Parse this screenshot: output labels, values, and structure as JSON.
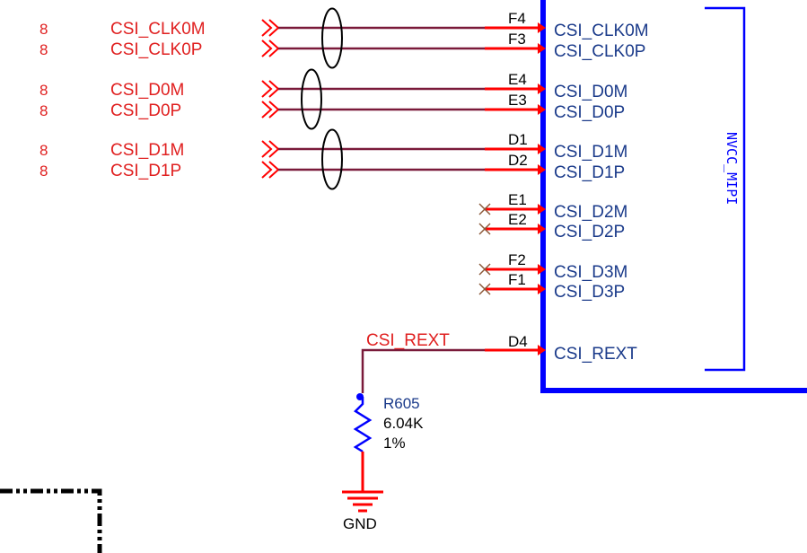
{
  "nets": [
    {
      "sheet": "8",
      "label": "CSI_CLK0M",
      "pin_num": "F4",
      "pin_name": "CSI_CLK0M"
    },
    {
      "sheet": "8",
      "label": "CSI_CLK0P",
      "pin_num": "F3",
      "pin_name": "CSI_CLK0P"
    },
    {
      "sheet": "8",
      "label": "CSI_D0M",
      "pin_num": "E4",
      "pin_name": "CSI_D0M"
    },
    {
      "sheet": "8",
      "label": "CSI_D0P",
      "pin_num": "E3",
      "pin_name": "CSI_D0P"
    },
    {
      "sheet": "8",
      "label": "CSI_D1M",
      "pin_num": "D1",
      "pin_name": "CSI_D1M"
    },
    {
      "sheet": "8",
      "label": "CSI_D1P",
      "pin_num": "D2",
      "pin_name": "CSI_D1P"
    }
  ],
  "nc_pins": [
    {
      "pin_num": "E1",
      "pin_name": "CSI_D2M"
    },
    {
      "pin_num": "E2",
      "pin_name": "CSI_D2P"
    },
    {
      "pin_num": "F2",
      "pin_name": "CSI_D3M"
    },
    {
      "pin_num": "F1",
      "pin_name": "CSI_D3P"
    }
  ],
  "rext": {
    "net_label": "CSI_REXT",
    "pin_num": "D4",
    "pin_name": "CSI_REXT"
  },
  "resistor": {
    "ref": "R605",
    "value": "6.04K",
    "tolerance": "1%"
  },
  "ground": {
    "label": "GND"
  },
  "power_domain": {
    "label": "NVCC_MIPI"
  },
  "colors": {
    "net_label": "#e02020",
    "pin_text": "#1a3a8a",
    "wire": "#7a1a3a",
    "pin_line": "#ff0000",
    "part_body": "#0000ff",
    "text_black": "#000000"
  }
}
